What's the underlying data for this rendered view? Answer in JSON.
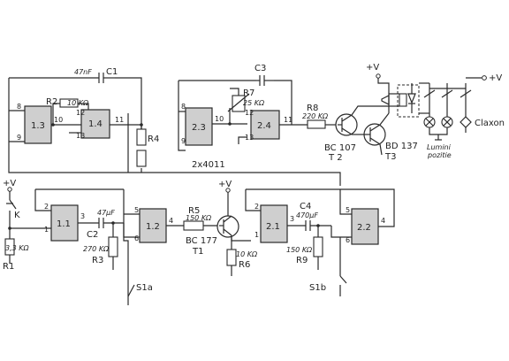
{
  "gates": [
    "1.3",
    "1.4",
    "2.3",
    "2.4",
    "1.1",
    "1.2",
    "2.1",
    "2.2"
  ],
  "ic_label": "2x4011",
  "supply": "+V",
  "components": {
    "C1": {
      "ref": "C1",
      "value": "47nF"
    },
    "R2": {
      "ref": "R2",
      "value": "10 KΩ"
    },
    "R4": {
      "ref": "R4"
    },
    "C3": {
      "ref": "C3"
    },
    "R7": {
      "ref": "R7",
      "value": "25 KΩ"
    },
    "R8": {
      "ref": "R8",
      "value": "220 KΩ"
    },
    "T2": {
      "ref": "T 2",
      "type": "BC 107"
    },
    "T3": {
      "ref": "T3",
      "type": "BD 137"
    },
    "K": {
      "ref": "K"
    },
    "R1": {
      "ref": "R1",
      "value": "3,3 KΩ"
    },
    "C2": {
      "ref": "C2",
      "value": "47µF"
    },
    "R3": {
      "ref": "R3",
      "value": "270 KΩ"
    },
    "R5": {
      "ref": "R5",
      "value": "150 KΩ"
    },
    "T1": {
      "ref": "T1",
      "type": "BC 177"
    },
    "R6": {
      "ref": "R6",
      "value": "10 KΩ"
    },
    "C4": {
      "ref": "C4",
      "value": "470µF"
    },
    "R9": {
      "ref": "R9",
      "value": "150 KΩ"
    },
    "S1a": {
      "ref": "S1a"
    },
    "S1b": {
      "ref": "S1b"
    }
  },
  "loads": {
    "parking_lights": [
      "Lumini",
      "pozitie"
    ],
    "horn": "Claxon"
  },
  "pins": [
    "8",
    "9",
    "10",
    "12",
    "13",
    "11",
    "1",
    "2",
    "3",
    "5",
    "6",
    "4"
  ]
}
